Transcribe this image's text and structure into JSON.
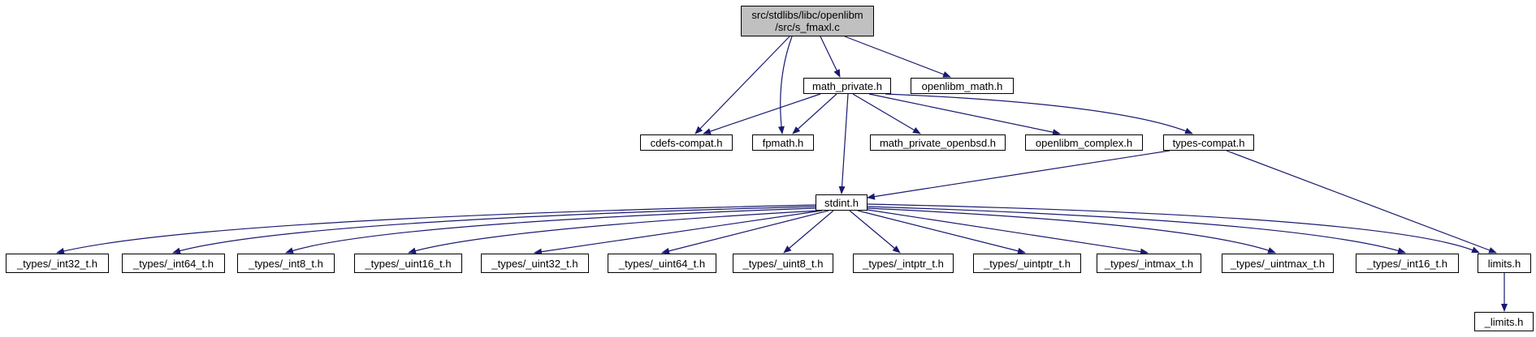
{
  "root": {
    "line1": "src/stdlibs/libc/openlibm",
    "line2": "/src/s_fmaxl.c"
  },
  "nodes": {
    "math_private": "math_private.h",
    "openlibm_math": "openlibm_math.h",
    "cdefs_compat": "cdefs-compat.h",
    "fpmath": "fpmath.h",
    "math_private_openbsd": "math_private_openbsd.h",
    "openlibm_complex": "openlibm_complex.h",
    "types_compat": "types-compat.h",
    "stdint": "stdint.h",
    "int32": "_types/_int32_t.h",
    "int64": "_types/_int64_t.h",
    "int8": "_types/_int8_t.h",
    "uint16": "_types/_uint16_t.h",
    "uint32": "_types/_uint32_t.h",
    "uint64": "_types/_uint64_t.h",
    "uint8": "_types/_uint8_t.h",
    "intptr": "_types/_intptr_t.h",
    "uintptr": "_types/_uintptr_t.h",
    "intmax": "_types/_intmax_t.h",
    "uintmax": "_types/_uintmax_t.h",
    "int16": "_types/_int16_t.h",
    "limits": "limits.h",
    "limits_internal": "_limits.h"
  },
  "colors": {
    "edge": "#191970",
    "root_fill": "#c0c0c0",
    "node_border": "#000000"
  }
}
